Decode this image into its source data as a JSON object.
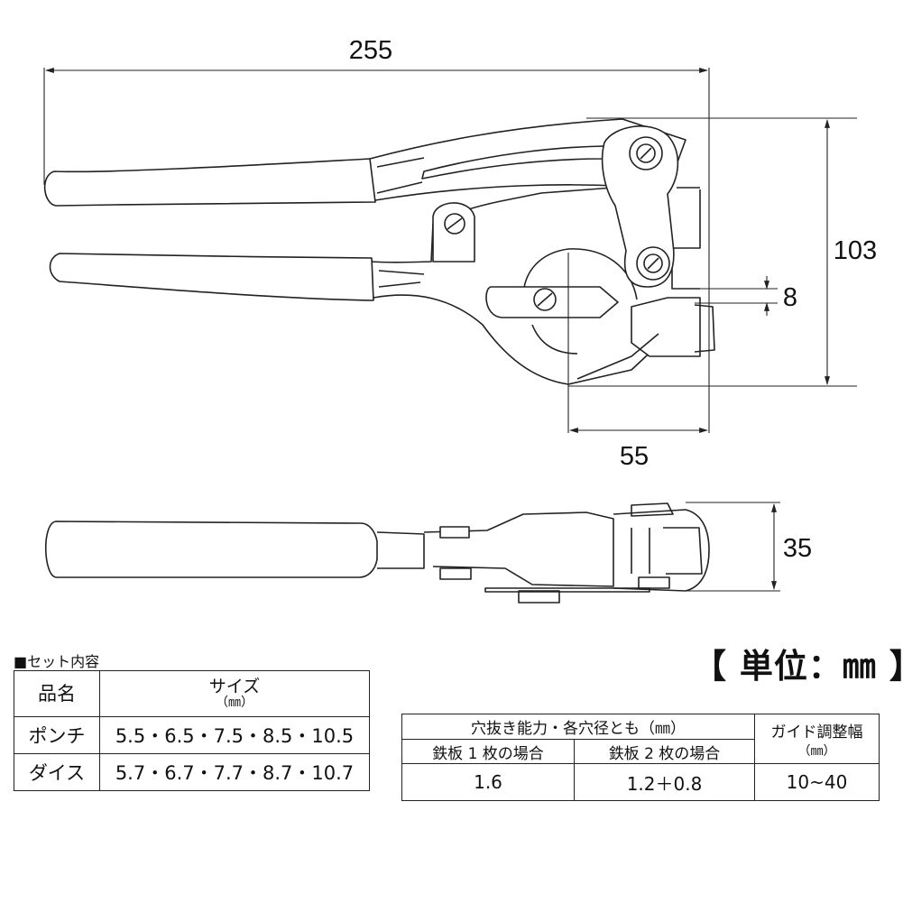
{
  "dimensions": {
    "overall_length": "255",
    "height": "103",
    "punch_offset": "8",
    "jaw_width": "55",
    "thickness": "35"
  },
  "unit_label": "【 単位：㎜ 】",
  "set_contents": {
    "title": "■セット内容",
    "header_name": "品名",
    "header_size": "サイズ",
    "header_size_unit": "（㎜）",
    "rows": [
      {
        "name": "ポンチ",
        "sizes": "5.5・6.5・7.5・8.5・10.5"
      },
      {
        "name": "ダイス",
        "sizes": "5.7・6.7・7.7・8.7・10.7"
      }
    ]
  },
  "capacity": {
    "header": "穴抜き能力・各穴径とも（㎜）",
    "col1": "鉄板 1 枚の場合",
    "col2": "鉄板 2 枚の場合",
    "guide_header": "ガイド調整幅",
    "guide_unit": "（㎜）",
    "val1": "1.6",
    "val2": "1.2＋0.8",
    "guide_val": "10~40"
  }
}
